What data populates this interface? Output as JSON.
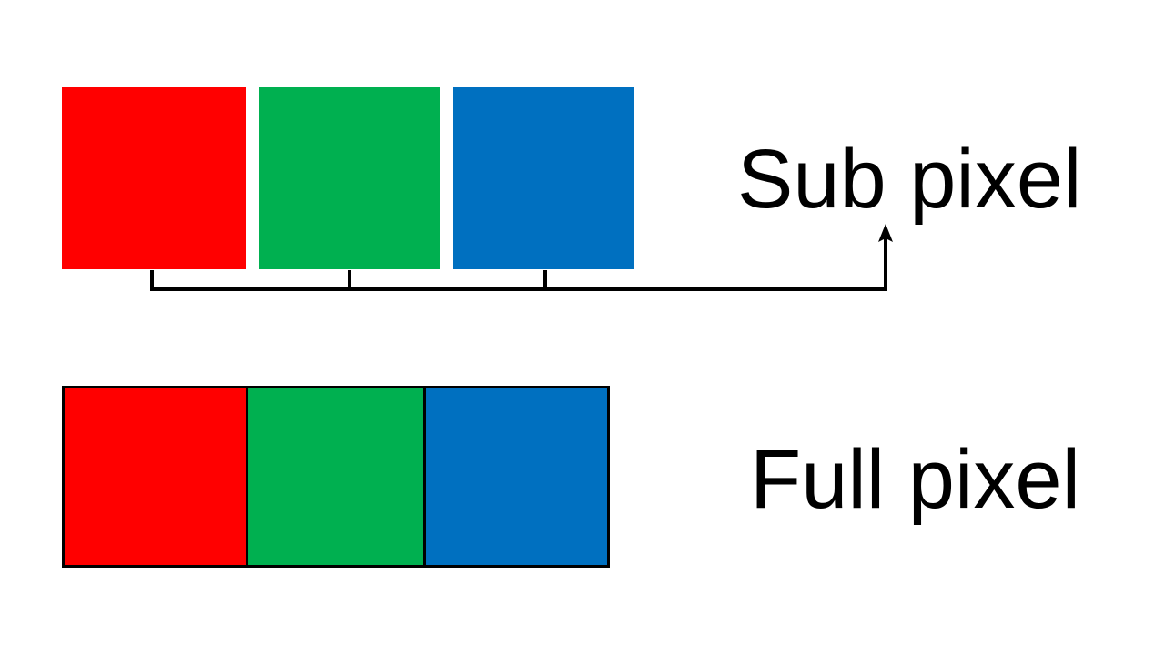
{
  "figure": {
    "title_visible": false,
    "background_color": "#FFFFFF",
    "stroke_color": "#000000"
  },
  "colors": {
    "red": "#FF0000",
    "green": "#00B050",
    "blue": "#0070C0",
    "outline": "#000000",
    "background": "#FFFFFF"
  },
  "subpixel": {
    "label": "Sub pixel",
    "description": "Three separated color swatches representing individual sub pixels",
    "swatches": [
      {
        "name": "red-subpixel",
        "color": "#FF0000"
      },
      {
        "name": "green-subpixel",
        "color": "#00B050"
      },
      {
        "name": "blue-subpixel",
        "color": "#0070C0"
      }
    ]
  },
  "fullpixel": {
    "label": "Full pixel",
    "description": "Three adjacent color bands enclosed by one outline forming a single full pixel",
    "bands": [
      {
        "name": "red-band",
        "color": "#FF0000"
      },
      {
        "name": "green-band",
        "color": "#00B050"
      },
      {
        "name": "blue-band",
        "color": "#0070C0"
      }
    ]
  },
  "connector": {
    "name": "subpixel-to-label-bracket",
    "description": "Bracket joining the three sub pixel swatches and pointing up to the Sub pixel label",
    "arrow_direction": "up",
    "tick_count": 3
  }
}
